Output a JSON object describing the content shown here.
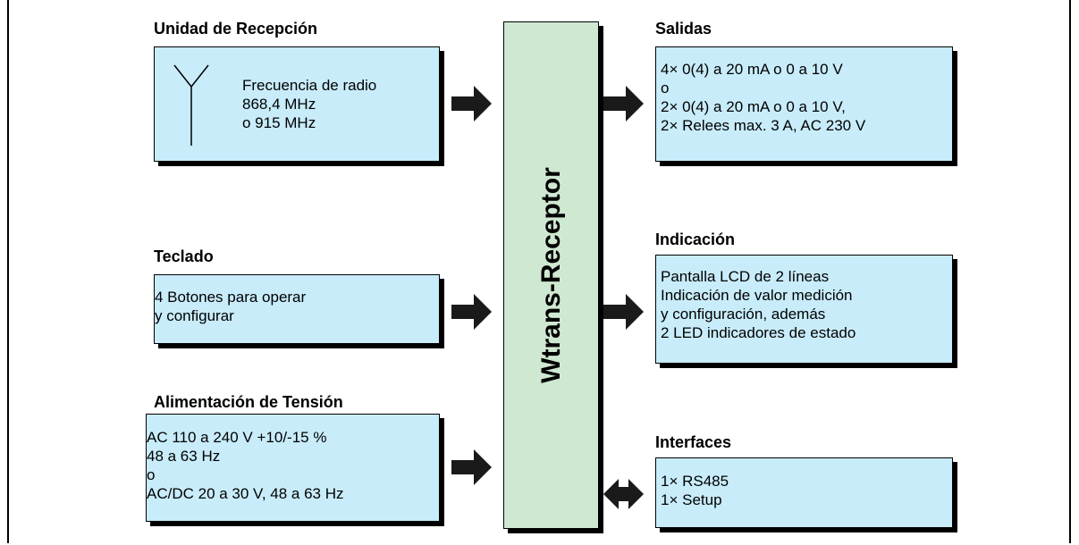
{
  "center": {
    "label": "Wtrans-Receptor"
  },
  "reception": {
    "title": "Unidad de Recepción",
    "lines": [
      "Frecuencia de radio",
      "868,4 MHz",
      "o 915 MHz"
    ],
    "icon": "antenna-icon"
  },
  "keyboard": {
    "title": "Teclado",
    "lines": [
      "4 Botones para operar",
      "y configurar"
    ]
  },
  "power": {
    "title": "Alimentación de Tensión",
    "lines": [
      "AC 110 a 240 V +10/-15 %",
      "48 a 63 Hz",
      "o",
      "AC/DC 20 a 30 V, 48 a 63 Hz"
    ]
  },
  "outputs": {
    "title": "Salidas",
    "lines": [
      "4× 0(4) a 20 mA o 0 a 10 V",
      "o",
      "2× 0(4) a 20 mA o 0 a 10 V,",
      "2× Relees max. 3 A, AC 230 V"
    ]
  },
  "indication": {
    "title": "Indicación",
    "lines": [
      "Pantalla LCD de 2 líneas",
      "Indicación de valor medición",
      "y configuración, además",
      "2 LED indicadores de estado"
    ]
  },
  "interfaces": {
    "title": "Interfaces",
    "lines": [
      "1× RS485",
      "1× Setup"
    ]
  },
  "colors": {
    "box_fill": "#c8ecfa",
    "center_fill": "#cfe8d2",
    "arrow": "#1a1a1a"
  }
}
